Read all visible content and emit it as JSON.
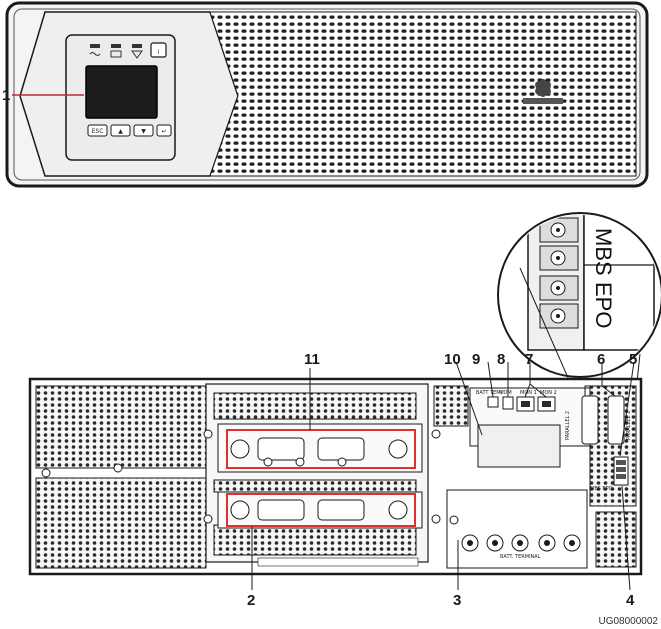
{
  "front_panel": {
    "buttons": [
      "ESC",
      "▲",
      "▼",
      "↵"
    ],
    "info_button": "i",
    "indicator_icons": [
      "ac-wave-icon",
      "battery-icon",
      "fault-icon"
    ]
  },
  "zoom_labels": {
    "top": "MBS",
    "bottom": "EPO"
  },
  "rear_panel": {
    "port_labels": [
      "BATT TEMP",
      "COM",
      "MON 1",
      "MON 2",
      "PARALLEL 2",
      "PARALLEL 1",
      "MBS EPO"
    ],
    "bottom_labels": [
      "BATT. TERMINAL"
    ]
  },
  "callouts": [
    "1",
    "2",
    "3",
    "4",
    "5",
    "6",
    "7",
    "8",
    "9",
    "10",
    "11"
  ],
  "drawing_code": "UG08000002",
  "colors": {
    "line": "#1a1a1a",
    "highlight": "#e0302f",
    "panel": "#f2f2f2",
    "lcd": "#1c1c1c"
  }
}
